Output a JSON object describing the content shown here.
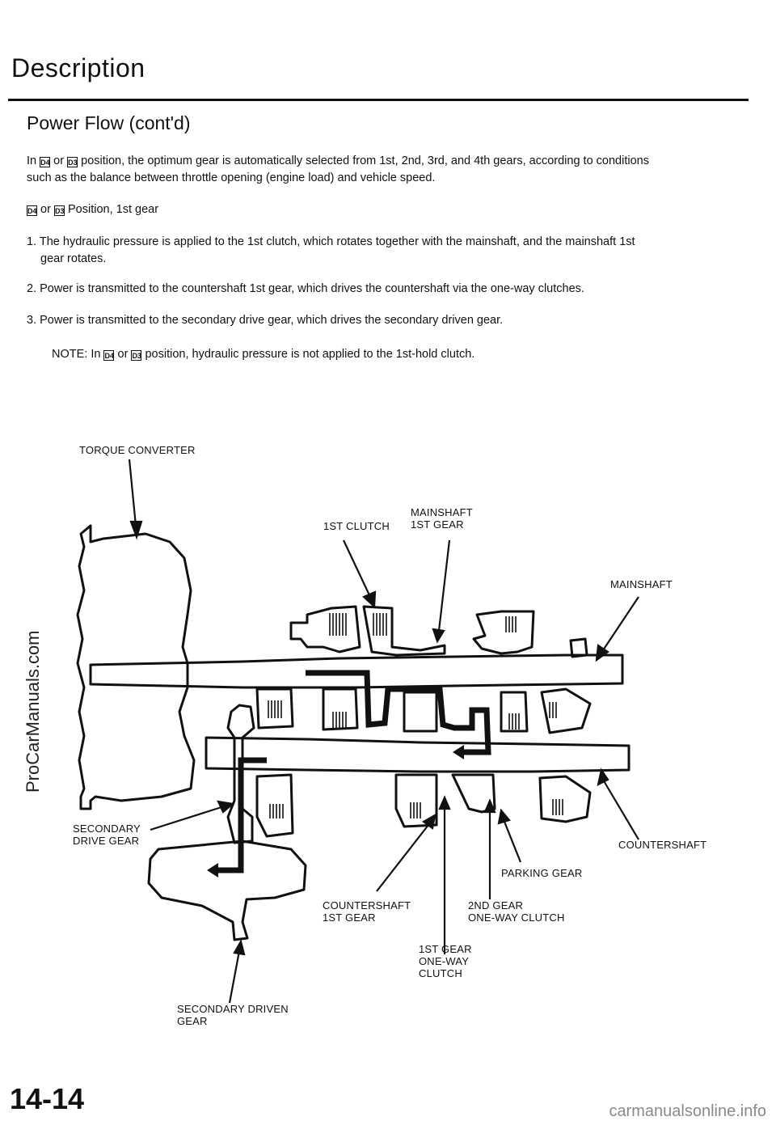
{
  "page": {
    "title": "Description",
    "subtitle": "Power Flow (cont'd)",
    "mode_d4": "D4",
    "mode_d3": "D3",
    "intro_1": "In",
    "intro_or": "or",
    "intro_2": "position, the optimum gear is automatically selected from 1st, 2nd, 3rd, and 4th gears, according to conditions",
    "intro_3": "such as the balance between throttle opening (engine load) and vehicle speed.",
    "section_or": "or",
    "section_text": "Position, 1st gear",
    "steps": [
      "1. The hydraulic pressure is applied to the 1st clutch, which rotates together with the mainshaft, and the mainshaft 1st",
      "gear rotates.",
      "2. Power is transmitted to the countershaft 1st gear, which drives the countershaft via the one-way clutches.",
      "3. Power is transmitted to the secondary drive gear, which drives the secondary driven gear."
    ],
    "note_1": "NOTE: In",
    "note_or": "or",
    "note_2": "position, hydraulic pressure is not applied to the 1st-hold clutch.",
    "side_watermark": "ProCarManuals.com",
    "page_number": "14-14",
    "footer_watermark": "carmanualsonline.info"
  },
  "diagram": {
    "labels": {
      "torque_converter": "TORQUE CONVERTER",
      "first_clutch": "1ST CLUTCH",
      "mainshaft_1st_gear_1": "MAINSHAFT",
      "mainshaft_1st_gear_2": "1ST GEAR",
      "mainshaft": "MAINSHAFT",
      "secondary_drive_gear_1": "SECONDARY",
      "secondary_drive_gear_2": "DRIVE GEAR",
      "countershaft": "COUNTERSHAFT",
      "parking_gear": "PARKING GEAR",
      "countershaft_1st_gear_1": "COUNTERSHAFT",
      "countershaft_1st_gear_2": "1ST GEAR",
      "second_gear_owc_1": "2ND GEAR",
      "second_gear_owc_2": "ONE-WAY CLUTCH",
      "first_gear_owc_1": "1ST GEAR",
      "first_gear_owc_2": "ONE-WAY",
      "first_gear_owc_3": "CLUTCH",
      "secondary_driven_gear_1": "SECONDARY DRIVEN",
      "secondary_driven_gear_2": "GEAR"
    }
  }
}
